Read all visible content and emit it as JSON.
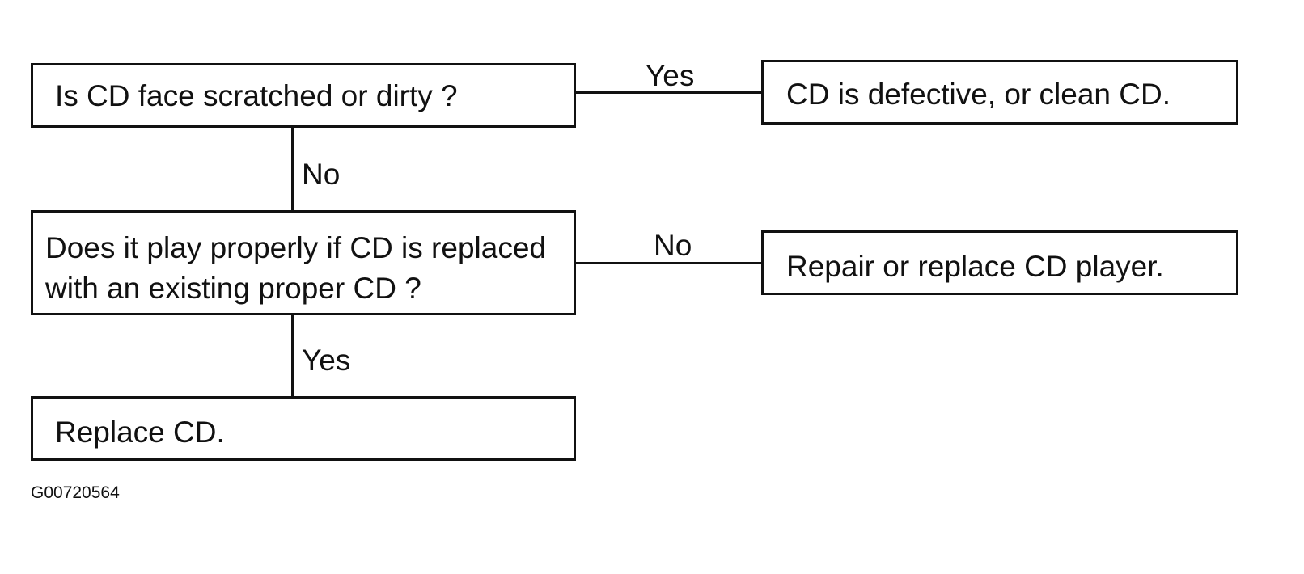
{
  "flowchart": {
    "q1": {
      "text": "Is CD face scratched or dirty ?"
    },
    "r1": {
      "text": "CD is defective, or clean CD."
    },
    "q2": {
      "line1": "Does it play properly if CD is replaced",
      "line2": "with an existing proper CD ?"
    },
    "r2": {
      "text": "Repair or replace CD player."
    },
    "r3": {
      "text": "Replace CD."
    },
    "edges": {
      "q1_to_r1": "Yes",
      "q1_to_q2": "No",
      "q2_to_r2": "No",
      "q2_to_r3": "Yes"
    }
  },
  "figure_code": "G00720564"
}
